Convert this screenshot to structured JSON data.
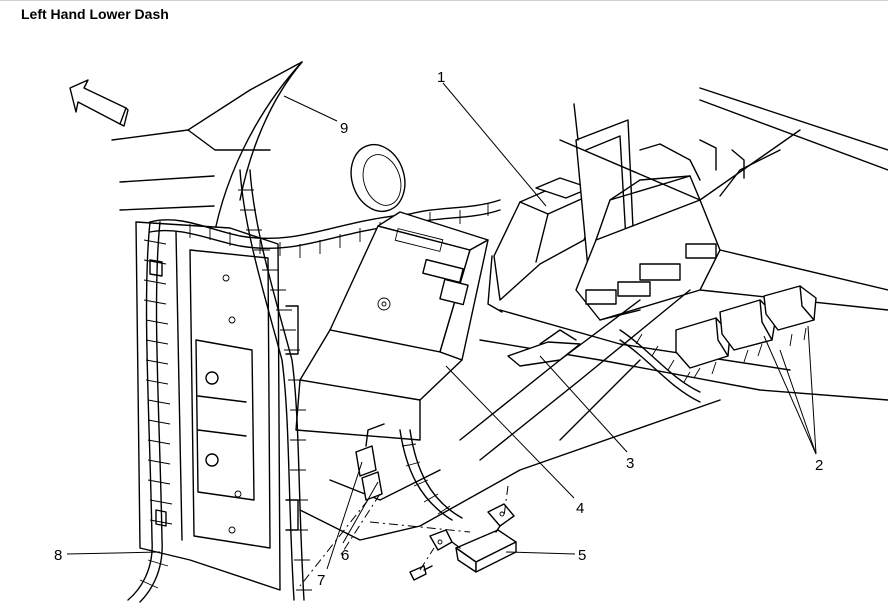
{
  "title": "Left Hand Lower Dash",
  "callouts": {
    "c1": "1",
    "c2": "2",
    "c3": "3",
    "c4": "4",
    "c5": "5",
    "c6": "6",
    "c7": "7",
    "c8": "8",
    "c9": "9"
  }
}
